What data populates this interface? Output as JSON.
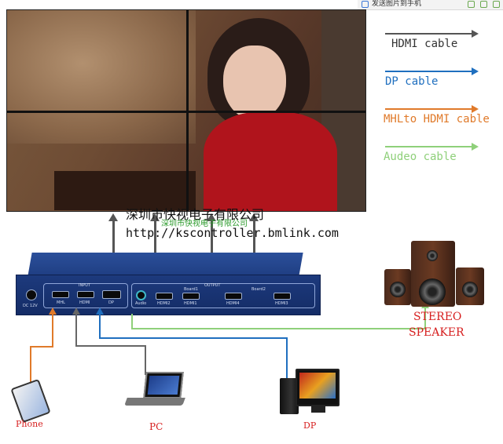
{
  "toolbar": {
    "text": "发送图片到手机"
  },
  "legend": [
    {
      "label": "HDMI cable",
      "color": "#555555"
    },
    {
      "label": "DP cable",
      "color": "#1f6fbf"
    },
    {
      "label": "MHLto HDMI cable",
      "color": "#e07a2a"
    },
    {
      "label": "Audeo cable",
      "color": "#8fd07a"
    }
  ],
  "watermark": {
    "company": "深圳市快视电子有限公司",
    "company_green": "深圳市快视电子有限公司",
    "url": "http://kscontroller.bmlink.com"
  },
  "device": {
    "input_label": "INPUT",
    "output_label": "OUTPUT",
    "board1_label": "Board1",
    "board2_label": "Board2",
    "power_label": "DC 12V",
    "audio_label": "Audio",
    "inputs": [
      "MHL",
      "HDMI",
      "DP"
    ],
    "outputs": [
      "HDMI2",
      "HDMI1",
      "HDMI4",
      "HDMI3"
    ]
  },
  "labels": {
    "speaker_line1": "STEREO",
    "speaker_line2": "SPEAKER",
    "phone": "Phone",
    "pc": "PC",
    "dp": "DP"
  }
}
